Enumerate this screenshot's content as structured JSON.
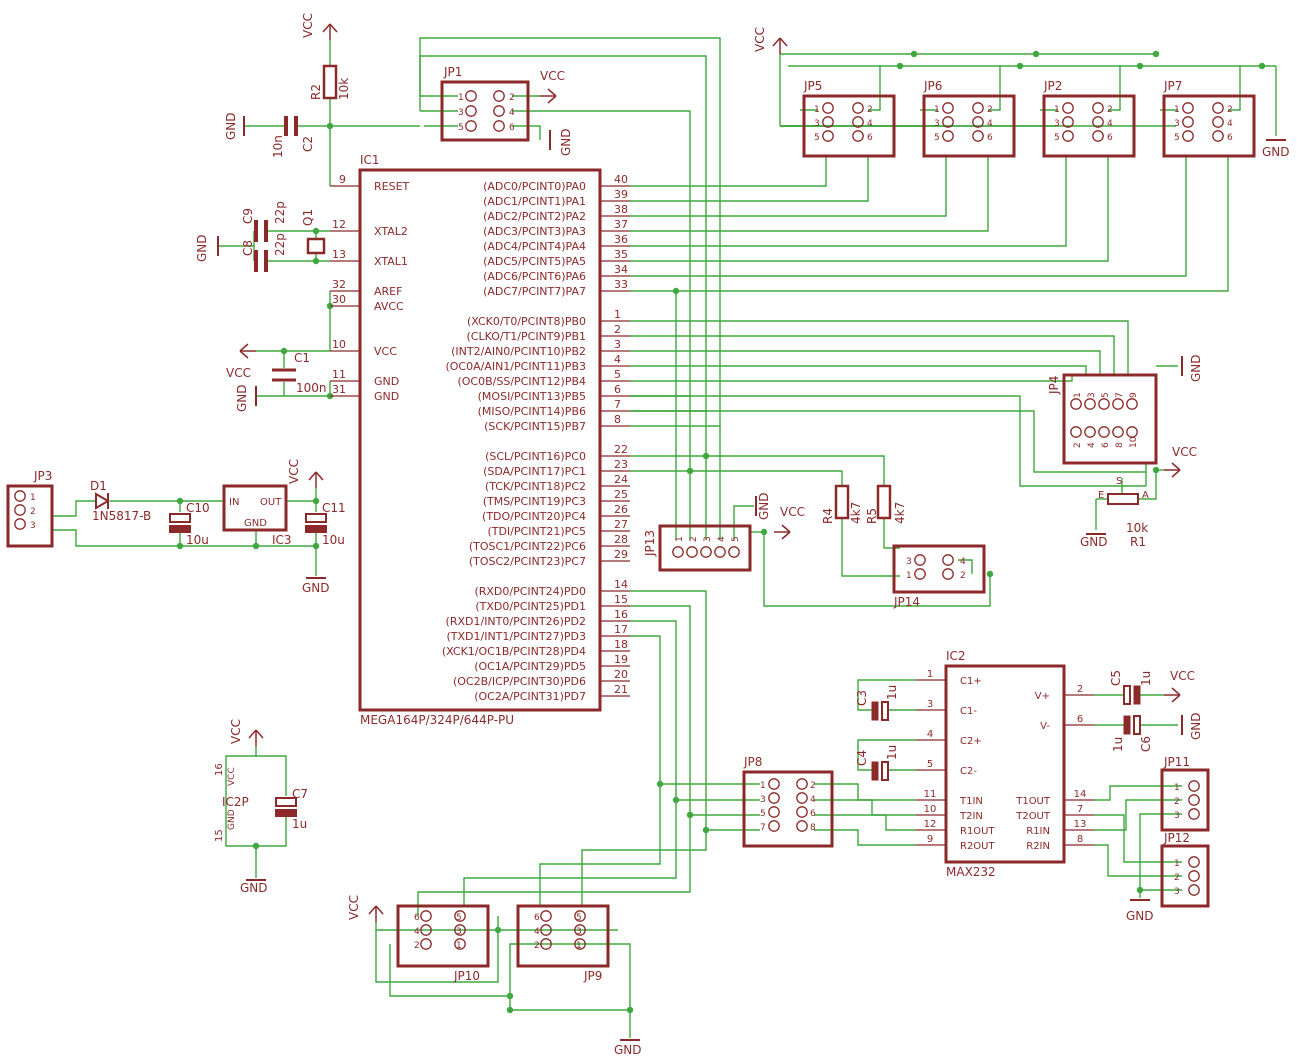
{
  "colors": {
    "part": "#8c2a2a",
    "wire": "#3fa83f",
    "background": "#ffffff"
  },
  "ic1": {
    "name": "IC1",
    "value": "MEGA164P/324P/644P-PU",
    "left_pins": [
      {
        "num": "9",
        "label": "RESET"
      },
      {
        "num": "12",
        "label": "XTAL2"
      },
      {
        "num": "13",
        "label": "XTAL1"
      },
      {
        "num": "32",
        "label": "AREF"
      },
      {
        "num": "30",
        "label": "AVCC"
      },
      {
        "num": "10",
        "label": "VCC"
      },
      {
        "num": "11",
        "label": "GND"
      },
      {
        "num": "31",
        "label": "GND"
      }
    ],
    "right_pins": [
      {
        "num": "40",
        "label": "(ADC0/PCINT0)PA0"
      },
      {
        "num": "39",
        "label": "(ADC1/PCINT1)PA1"
      },
      {
        "num": "38",
        "label": "(ADC2/PCINT2)PA2"
      },
      {
        "num": "37",
        "label": "(ADC3/PCINT3)PA3"
      },
      {
        "num": "36",
        "label": "(ADC4/PCINT4)PA4"
      },
      {
        "num": "35",
        "label": "(ADC5/PCINT5)PA5"
      },
      {
        "num": "34",
        "label": "(ADC6/PCINT6)PA6"
      },
      {
        "num": "33",
        "label": "(ADC7/PCINT7)PA7"
      },
      {
        "num": "1",
        "label": "(XCK0/T0/PCINT8)PB0"
      },
      {
        "num": "2",
        "label": "(CLKO/T1/PCINT9)PB1"
      },
      {
        "num": "3",
        "label": "(INT2/AIN0/PCINT10)PB2"
      },
      {
        "num": "4",
        "label": "(OC0A/AIN1/PCINT11)PB3"
      },
      {
        "num": "5",
        "label": "(OC0B/SS/PCINT12)PB4"
      },
      {
        "num": "6",
        "label": "(MOSI/PCINT13)PB5"
      },
      {
        "num": "7",
        "label": "(MISO/PCINT14)PB6"
      },
      {
        "num": "8",
        "label": "(SCK/PCINT15)PB7"
      },
      {
        "num": "22",
        "label": "(SCL/PCINT16)PC0"
      },
      {
        "num": "23",
        "label": "(SDA/PCINT17)PC1"
      },
      {
        "num": "24",
        "label": "(TCK/PCINT18)PC2"
      },
      {
        "num": "25",
        "label": "(TMS/PCINT19)PC3"
      },
      {
        "num": "26",
        "label": "(TDO/PCINT20)PC4"
      },
      {
        "num": "27",
        "label": "(TDI/PCINT21)PC5"
      },
      {
        "num": "28",
        "label": "(TOSC1/PCINT22)PC6"
      },
      {
        "num": "29",
        "label": "(TOSC2/PCINT23)PC7"
      },
      {
        "num": "14",
        "label": "(RXD0/PCINT24)PD0"
      },
      {
        "num": "15",
        "label": "(TXD0/PCINT25)PD1"
      },
      {
        "num": "16",
        "label": "(RXD1/INT0/PCINT26)PD2"
      },
      {
        "num": "17",
        "label": "(TXD1/INT1/PCINT27)PD3"
      },
      {
        "num": "18",
        "label": "(XCK1/OC1B/PCINT28)PD4"
      },
      {
        "num": "19",
        "label": "(OC1A/PCINT29)PD5"
      },
      {
        "num": "20",
        "label": "(OC2B/ICP/PCINT30)PD6"
      },
      {
        "num": "21",
        "label": "(OC2A/PCINT31)PD7"
      }
    ]
  },
  "ic2": {
    "name": "IC2",
    "value": "MAX232",
    "left_pins": [
      {
        "num": "1",
        "label": "C1+"
      },
      {
        "num": "3",
        "label": "C1-"
      },
      {
        "num": "4",
        "label": "C2+"
      },
      {
        "num": "5",
        "label": "C2-"
      },
      {
        "num": "11",
        "label": "T1IN"
      },
      {
        "num": "10",
        "label": "T2IN"
      },
      {
        "num": "12",
        "label": "R1OUT"
      },
      {
        "num": "9",
        "label": "R2OUT"
      }
    ],
    "right_pins": [
      {
        "num": "2",
        "label": "V+"
      },
      {
        "num": "6",
        "label": "V-"
      },
      {
        "num": "14",
        "label": "T1OUT"
      },
      {
        "num": "7",
        "label": "T2OUT"
      },
      {
        "num": "13",
        "label": "R1IN"
      },
      {
        "num": "8",
        "label": "R2IN"
      }
    ]
  },
  "ic3": {
    "name": "IC3",
    "in": "IN",
    "out": "OUT",
    "gnd": "GND"
  },
  "ic2p": {
    "name": "IC2P",
    "pin_top": "16",
    "pin_bottom": "15",
    "vcc": "VCC",
    "gnd": "GND"
  },
  "headers": {
    "jp1": {
      "name": "JP1",
      "pins": [
        "1",
        "2",
        "3",
        "4",
        "5",
        "6"
      ]
    },
    "jp5": {
      "name": "JP5",
      "pins": [
        "1",
        "2",
        "3",
        "4",
        "5",
        "6"
      ]
    },
    "jp6": {
      "name": "JP6",
      "pins": [
        "1",
        "2",
        "3",
        "4",
        "5",
        "6"
      ]
    },
    "jp2": {
      "name": "JP2",
      "pins": [
        "1",
        "2",
        "3",
        "4",
        "5",
        "6"
      ]
    },
    "jp7": {
      "name": "JP7",
      "pins": [
        "1",
        "2",
        "3",
        "4",
        "5",
        "6"
      ]
    },
    "jp4": {
      "name": "JP4",
      "pins": [
        "1",
        "3",
        "5",
        "7",
        "9",
        "2",
        "4",
        "6",
        "8",
        "10"
      ]
    },
    "jp3": {
      "name": "JP3",
      "pins": [
        "1",
        "2",
        "3"
      ]
    },
    "jp13": {
      "name": "JP13",
      "pins": [
        "1",
        "2",
        "3",
        "4",
        "5"
      ]
    },
    "jp14": {
      "name": "JP14",
      "pins": [
        "3",
        "4",
        "1",
        "2"
      ]
    },
    "jp8": {
      "name": "JP8",
      "pins": [
        "1",
        "2",
        "3",
        "4",
        "5",
        "6",
        "7",
        "8"
      ]
    },
    "jp9": {
      "name": "JP9",
      "pins": [
        "6",
        "5",
        "4",
        "3",
        "2",
        "1"
      ]
    },
    "jp10": {
      "name": "JP10",
      "pins": [
        "6",
        "5",
        "4",
        "3",
        "2",
        "1"
      ]
    },
    "jp11": {
      "name": "JP11",
      "pins": [
        "1",
        "2",
        "3"
      ]
    },
    "jp12": {
      "name": "JP12",
      "pins": [
        "1",
        "2",
        "3"
      ]
    }
  },
  "components": {
    "r2": {
      "name": "R2",
      "value": "10k"
    },
    "c2": {
      "name": "C2",
      "value": "10n"
    },
    "c9": {
      "name": "C9",
      "value": "22p"
    },
    "c8": {
      "name": "C8",
      "value": "22p"
    },
    "q1": {
      "name": "Q1"
    },
    "c1": {
      "name": "C1",
      "value": "100n"
    },
    "d1": {
      "name": "D1",
      "value": "1N5817-B"
    },
    "c10": {
      "name": "C10",
      "value": "10u"
    },
    "c11": {
      "name": "C11",
      "value": "10u"
    },
    "c7": {
      "name": "C7",
      "value": "1u"
    },
    "r4": {
      "name": "R4",
      "value": "4k7"
    },
    "r5": {
      "name": "R5",
      "value": "4k7"
    },
    "r1": {
      "name": "R1",
      "value": "10k",
      "pin_e": "E",
      "pin_s": "S",
      "pin_a": "A"
    },
    "c3": {
      "name": "C3",
      "value": "1u"
    },
    "c4": {
      "name": "C4",
      "value": "1u"
    },
    "c5": {
      "name": "C5",
      "value": "1u"
    },
    "c6": {
      "name": "C6",
      "value": "1u"
    }
  },
  "supplies": {
    "vcc": "VCC",
    "gnd": "GND"
  }
}
